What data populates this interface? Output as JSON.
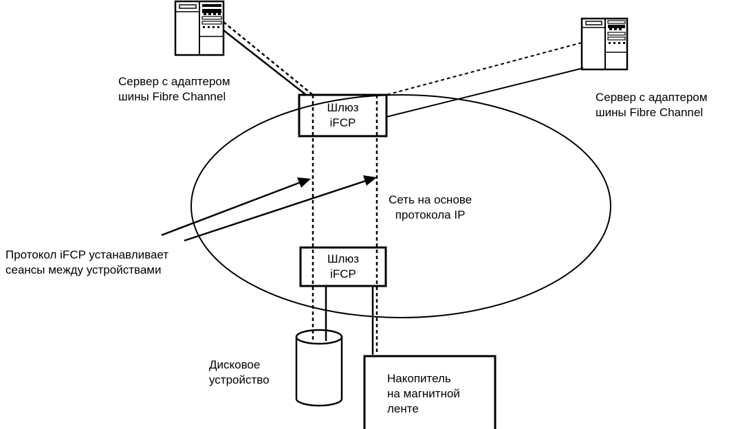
{
  "diagram": {
    "title": "iFCP network architecture",
    "colors": {
      "ink": "#000000",
      "background": "#ffffff"
    },
    "servers": [
      {
        "id": "server-left",
        "icon": "server-tower-icon",
        "label_lines": [
          "Сервер с адаптером",
          "шины Fibre Channel"
        ]
      },
      {
        "id": "server-right",
        "icon": "server-tower-icon",
        "label_lines": [
          "Сервер с адаптером",
          "шины Fibre Channel"
        ]
      }
    ],
    "gateways": [
      {
        "id": "gateway-top",
        "label_lines": [
          "Шлюз",
          "iFCP"
        ]
      },
      {
        "id": "gateway-bottom",
        "label_lines": [
          "Шлюз",
          "iFCP"
        ]
      }
    ],
    "network": {
      "label_lines": [
        "Сеть на основе",
        "протокола IP"
      ]
    },
    "annotation": {
      "label_lines": [
        "Протокол iFCP устанавливает",
        "сеансы между устройствами"
      ]
    },
    "disk": {
      "icon": "disk-cylinder-icon",
      "label_lines": [
        "Дисковое",
        "устройство"
      ]
    },
    "tape": {
      "label_lines": [
        "Накопитель",
        "на магнитной",
        "ленте"
      ]
    }
  }
}
